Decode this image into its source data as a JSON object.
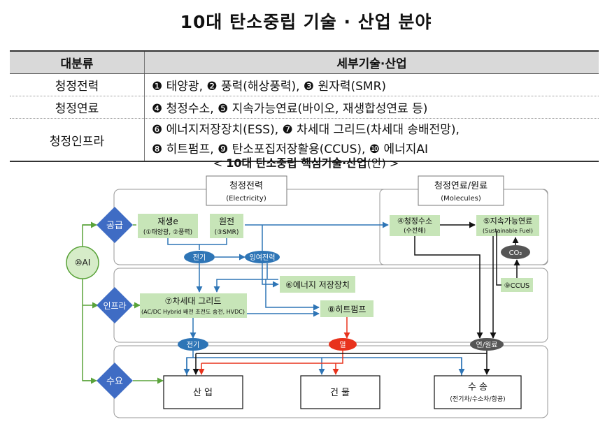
{
  "title": "10대  탄소중립  기술 · 산업  분야",
  "table": {
    "header": [
      "대분류",
      "세부기술·산업"
    ],
    "rows": [
      {
        "category": "청정전력",
        "lines": [
          "❶ 태양광, ❷ 풍력(해상풍력), ❸ 원자력(SMR)"
        ]
      },
      {
        "category": "청정연료",
        "lines": [
          "❹ 청정수소, ❺ 지속가능연료(바이오, 재생합성연료 등)"
        ]
      },
      {
        "category": "청정인프라",
        "lines": [
          "❻ 에너지저장장치(ESS), ❼ 차세대 그리드(차세대 송배전망),",
          "❽ 히트펌프, ❾ 탄소포집저장활용(CCUS), ❿ 에너지AI"
        ]
      }
    ]
  },
  "subtitle": {
    "prefix": "< ",
    "bold": "10대 탄소중립 핵심기술·산업",
    "paren": "(안)",
    "suffix": " >"
  },
  "diagram": {
    "headers": {
      "power": {
        "title": "청정전력",
        "sub": "(Electricity)"
      },
      "fuel": {
        "title": "청정연료/원료",
        "sub": "(Molecules)"
      }
    },
    "diamonds": {
      "supply": "공급",
      "infra": "인프라",
      "demand": "수요"
    },
    "ai": "⑩AI",
    "boxes": {
      "renewable_title": "재생e",
      "renewable_sub": "(①태양광, ②풍력)",
      "nuclear_title": "원전",
      "nuclear_sub": "(③SMR)",
      "hydrogen_title": "④청정수소",
      "hydrogen_sub": "(수전해)",
      "sustainable_title": "⑤지속가능연료",
      "sustainable_sub": "(Sustainable Fuel)",
      "co2": "CO₂",
      "ccus": "⑨CCUS",
      "ess": "⑥에너지 저장장치",
      "grid_title": "⑦차세대 그리드",
      "grid_sub": "(AC/DC Hybrid 배전 초전도 송전, HVDC)",
      "heatpump": "⑧히트펌프",
      "industry": "산 업",
      "building": "건 물",
      "transport_title": "수 송",
      "transport_sub": "(전기차/수소차/항공)"
    },
    "ovals": {
      "elec_top": "전기",
      "surplus": "잉여전력",
      "elec_bottom": "전기",
      "heat": "열",
      "fuel_feed": "연/원료"
    },
    "colors": {
      "diamond": "#3f6cc4",
      "green_box": "#c7e5b8",
      "blue_oval": "#2e75b6",
      "red_oval": "#e8321c",
      "dark_oval": "#555555",
      "arrow_blue": "#2e75b6",
      "arrow_red": "#e8321c"
    }
  }
}
